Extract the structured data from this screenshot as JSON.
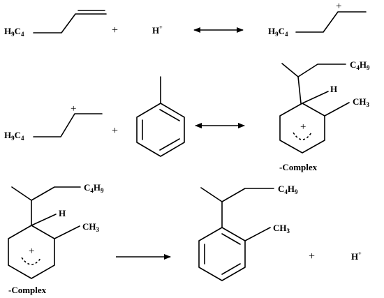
{
  "scheme": {
    "row1": {
      "reactant_1": {
        "main": "H",
        "sub": "9",
        "main2": "C",
        "sub2": "4"
      },
      "plus": "+",
      "proton": {
        "main": "H",
        "sup": "+"
      },
      "product": {
        "main": "H",
        "sub": "9",
        "main2": "C",
        "sub2": "4",
        "charge": "+"
      }
    },
    "row2": {
      "carbocation": {
        "main": "H",
        "sub": "9",
        "main2": "C",
        "sub2": "4",
        "charge": "+"
      },
      "plus": "+",
      "sigma_complex": {
        "chain": {
          "main": "C",
          "sub": "4",
          "main2": "H",
          "sub2": "9"
        },
        "hydrogen": "H",
        "methyl": {
          "main": "CH",
          "sub": "3"
        },
        "charge": "+",
        "caption": "-Complex"
      }
    },
    "row3": {
      "sigma_complex": {
        "chain": {
          "main": "C",
          "sub": "4",
          "main2": "H",
          "sub2": "9"
        },
        "hydrogen": "H",
        "methyl": {
          "main": "CH",
          "sub": "3"
        },
        "charge": "+",
        "caption": "-Complex"
      },
      "product": {
        "chain": {
          "main": "C",
          "sub": "4",
          "main2": "H",
          "sub2": "9"
        },
        "methyl": {
          "main": "CH",
          "sub": "3"
        }
      },
      "plus": "+",
      "proton": {
        "main": "H",
        "sup": "+"
      }
    }
  }
}
